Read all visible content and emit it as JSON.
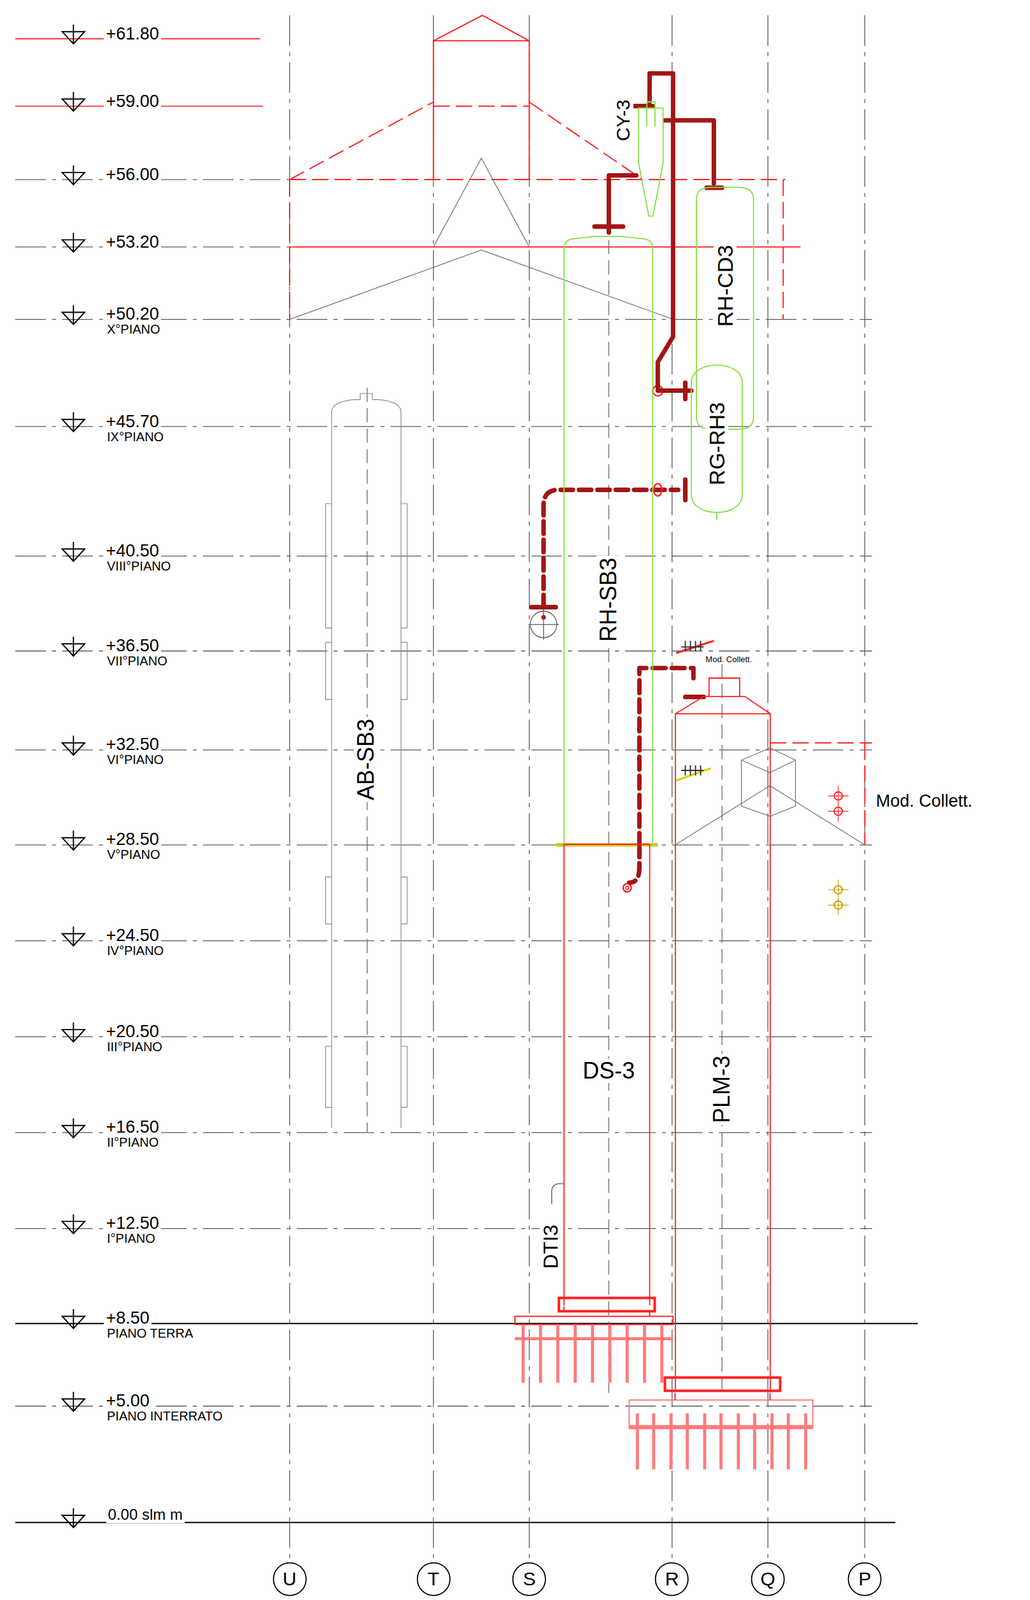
{
  "diagram": {
    "nodes": [
      {
        "text": [
          "CY-3"
        ]
      },
      {
        "text": [
          "RH-CD3"
        ]
      },
      {
        "text": [
          "RH-SB3"
        ]
      },
      {
        "text": [
          "RG-RH3"
        ]
      },
      {
        "text": [
          "AB-SB3"
        ]
      },
      {
        "text": [
          "DS-3"
        ]
      },
      {
        "text": [
          "PLM-3"
        ]
      },
      {
        "text": [
          "U"
        ]
      },
      {
        "text": [
          "T"
        ]
      },
      {
        "text": [
          "S"
        ]
      },
      {
        "text": [
          "R"
        ]
      },
      {
        "text": [
          "Q"
        ]
      },
      {
        "text": [
          "P"
        ]
      }
    ],
    "edges": [
      {
        "from": 2,
        "to": 0,
        "arrow": "none"
      },
      {
        "from": 0,
        "to": 1,
        "arrow": "none"
      },
      {
        "from": 0,
        "to": 3,
        "arrow": "none"
      },
      {
        "from": 6,
        "to": 5,
        "arrow": "none"
      }
    ],
    "labels": [
      "+61.80",
      "+59.00",
      "+56.00",
      "+53.20",
      "+50.20",
      "X°PIANO",
      "+45.70",
      "IX°PIANO",
      "+40.50",
      "VIII°PIANO",
      "+36.50",
      "VII°PIANO",
      "+32.50",
      "VI°PIANO",
      "+28.50",
      "V°PIANO",
      "+24.50",
      "IV°PIANO",
      "+20.50",
      "III°PIANO",
      "+16.50",
      "II°PIANO",
      "+12.50",
      "I°PIANO",
      "+8.50",
      "PIANO TERRA",
      "+5.00",
      "PIANO INTERRATO",
      "0.00 slm m",
      "Mod. Collett.",
      "Mod. Collett.",
      "DTI3"
    ]
  }
}
